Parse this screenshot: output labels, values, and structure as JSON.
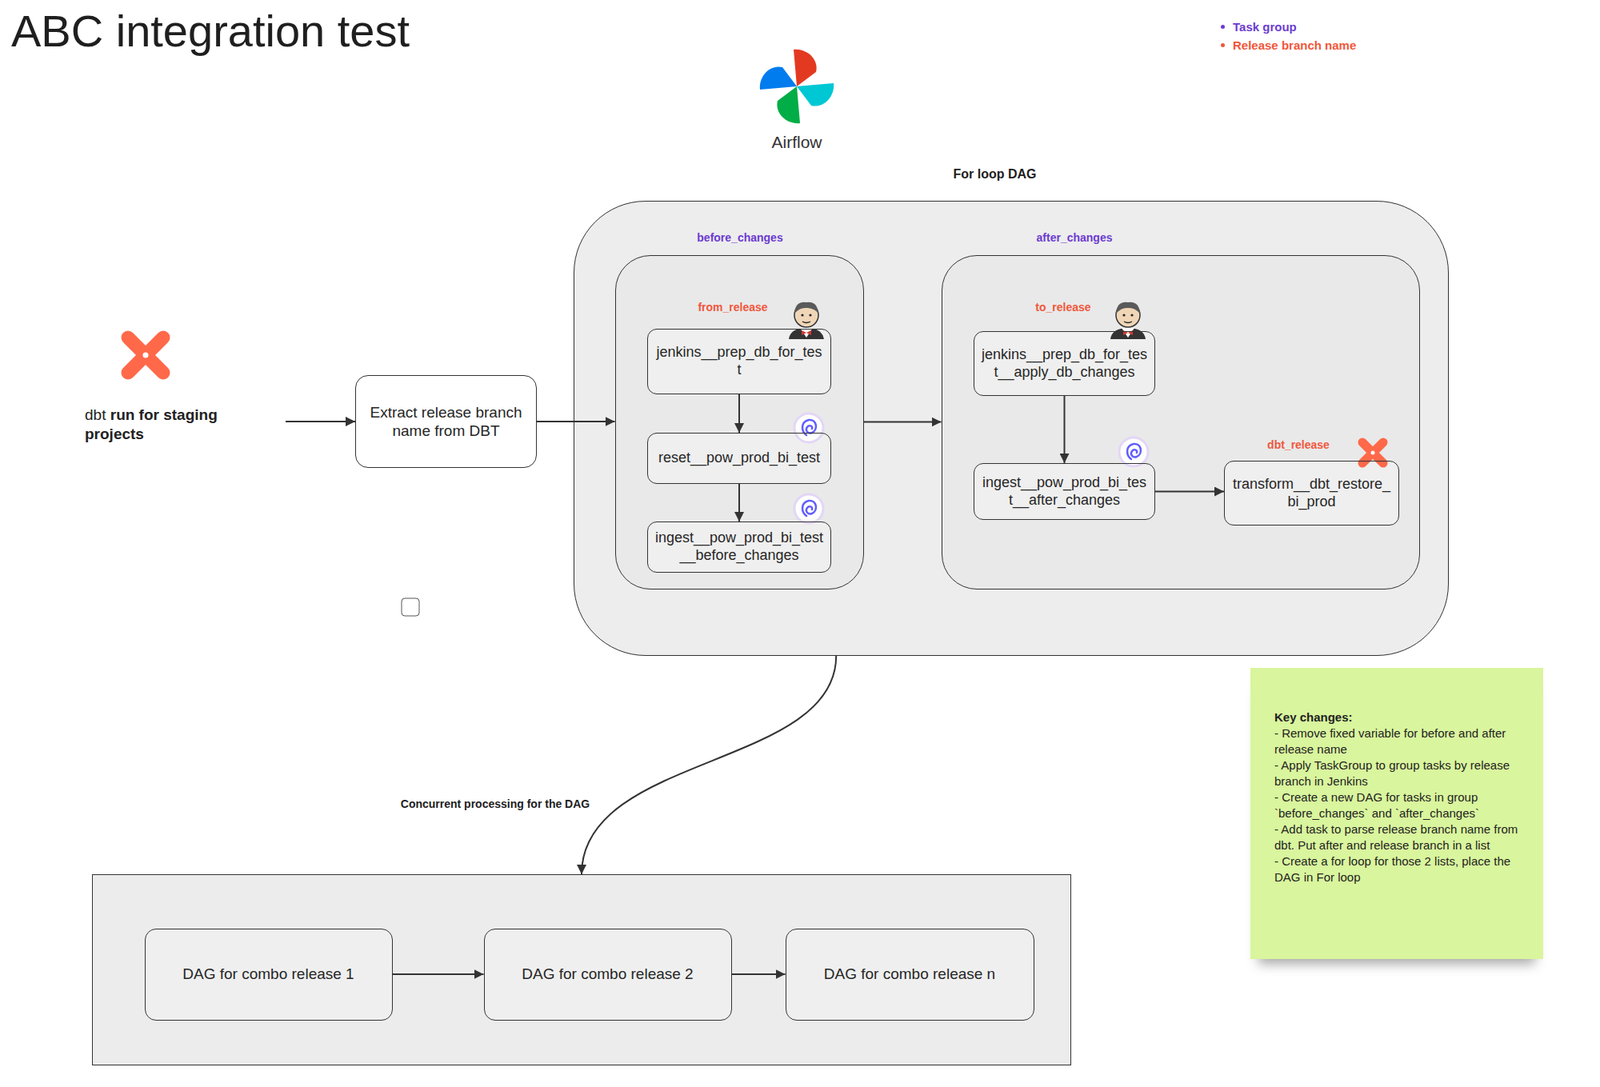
{
  "diagram": {
    "title": "ABC integration test",
    "nodes": [
      {
        "text": [
          "dbt",
          "run for staging projects"
        ]
      },
      {
        "text": [
          "Extract release branch name from DBT"
        ]
      },
      {
        "text": [
          "For loop DAG"
        ]
      },
      {
        "text": [
          "before_changes"
        ],
        "in": 2
      },
      {
        "text": [
          "jenkins__prep_db_for_test"
        ],
        "in": 3
      },
      {
        "text": [
          "reset__pow_prod_bi_test"
        ],
        "in": 3
      },
      {
        "text": [
          "ingest__pow_prod_bi_test__before_changes"
        ],
        "in": 3
      },
      {
        "text": [
          "after_changes"
        ],
        "in": 2
      },
      {
        "text": [
          "jenkins__prep_db_for_test__apply_db_changes"
        ],
        "in": 7
      },
      {
        "text": [
          "ingest__pow_prod_bi_test__after_changes"
        ],
        "in": 7
      },
      {
        "text": [
          "transform__dbt_restore_bi_prod"
        ],
        "in": 7
      },
      {
        "text": []
      },
      {
        "text": [
          "DAG for combo release 1"
        ],
        "in": 11
      },
      {
        "text": [
          "DAG for combo release 2"
        ],
        "in": 11
      },
      {
        "text": [
          "DAG for combo release n"
        ],
        "in": 11
      },
      {
        "text": [
          "Key changes:",
          "- Remove fixed variable for before and after release name",
          "- Apply TaskGroup to group tasks by release branch in Jenkins",
          "- Create a new DAG for tasks in group `before_changes` and `after_changes`",
          "- Add task to parse release branch name from dbt. Put after and release branch in a list",
          "- Create a for loop for those 2 lists, place the DAG in For loop"
        ]
      }
    ],
    "edges": [
      {
        "from": 0,
        "to": 1,
        "arrow": "to"
      },
      {
        "from": 1,
        "to": 3,
        "arrow": "to"
      },
      {
        "from": 4,
        "to": 5,
        "arrow": "to"
      },
      {
        "from": 5,
        "to": 6,
        "arrow": "to"
      },
      {
        "from": 3,
        "to": 7,
        "arrow": "to"
      },
      {
        "from": 8,
        "to": 9,
        "arrow": "to"
      },
      {
        "from": 9,
        "to": 10,
        "arrow": "to"
      },
      {
        "from": 2,
        "to": 11,
        "label": "Concurrent processing for the DAG",
        "arrow": "to"
      },
      {
        "from": 12,
        "to": 13,
        "arrow": "to"
      },
      {
        "from": 13,
        "to": 14,
        "arrow": "to"
      }
    ],
    "labels": [
      "Airflow",
      "from_release",
      "to_release",
      "dbt_release"
    ],
    "legend": [
      {
        "text": "Task group",
        "color": "#6c3bd1"
      },
      {
        "text": "Release branch name",
        "color": "#f0573c"
      }
    ]
  }
}
